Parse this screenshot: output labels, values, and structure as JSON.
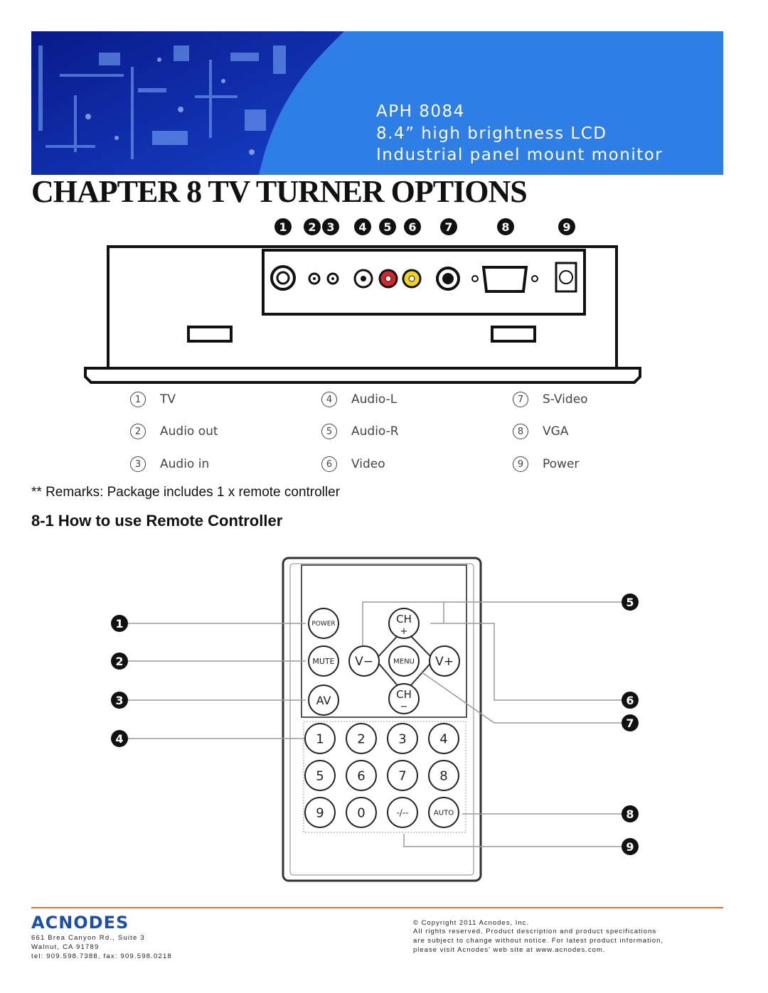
{
  "header": {
    "model": "APH 8084",
    "line2": "8.4” high brightness LCD",
    "line3": "Industrial panel mount monitor"
  },
  "chapter_title": "CHAPTER 8 TV TURNER OPTIONS",
  "connector_callouts": [
    "1",
    "2",
    "3",
    "4",
    "5",
    "6",
    "7",
    "8",
    "9"
  ],
  "connector_legend": [
    {
      "num": "1",
      "label": "TV"
    },
    {
      "num": "2",
      "label": "Audio out"
    },
    {
      "num": "3",
      "label": "Audio in"
    },
    {
      "num": "4",
      "label": "Audio-L"
    },
    {
      "num": "5",
      "label": "Audio-R"
    },
    {
      "num": "6",
      "label": "Video"
    },
    {
      "num": "7",
      "label": "S-Video"
    },
    {
      "num": "8",
      "label": "VGA"
    },
    {
      "num": "9",
      "label": "Power"
    }
  ],
  "remarks": "** Remarks: Package includes 1 x remote controller",
  "section_title": "8-1  How to use Remote Controller",
  "remote": {
    "buttons": {
      "power": "POWER",
      "mute": "MUTE",
      "av": "AV",
      "ch": "CH",
      "plus": "+",
      "minus": "−",
      "vol_down": "V−",
      "vol_up": "V+",
      "menu": "MENU",
      "digits": [
        "1",
        "2",
        "3",
        "4",
        "5",
        "6",
        "7",
        "8",
        "9",
        "0"
      ],
      "dash": "-/--",
      "auto": "AUTO"
    },
    "callouts": [
      "1",
      "2",
      "3",
      "4",
      "5",
      "6",
      "7",
      "8",
      "9"
    ]
  },
  "footer": {
    "logo": "ACNODES",
    "address_line1": "661 Brea Canyon Rd., Suite 3",
    "address_line2": "Walnut, CA 91789",
    "address_line3": "tel: 909.598.7388, fax: 909.598.0218",
    "copyright": "© Copyright 2011 Acnodes, Inc.",
    "legal_line1": "All rights reserved. Product description and product specifications",
    "legal_line2": "are subject to change without notice. For latest product information,",
    "legal_line3": "please visit Acnodes' web site at www.acnodes.com."
  },
  "colors": {
    "banner_blue": "#2f7ee6",
    "footer_rule": "#e06f3c",
    "logo_blue": "#1d4fa8"
  }
}
